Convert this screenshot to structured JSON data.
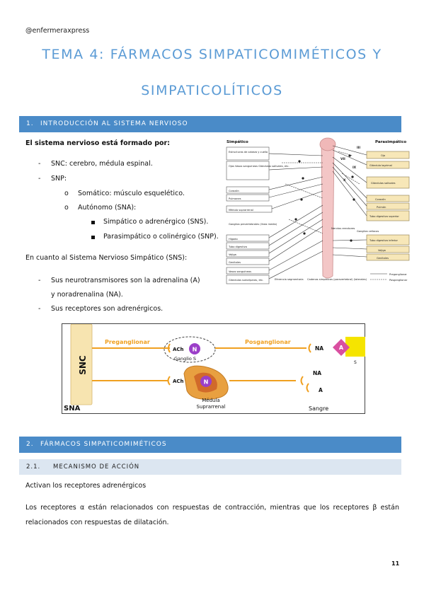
{
  "header": {
    "handle": "@enfermeraxpress"
  },
  "title": {
    "line1": "TEMA 4: FÁRMACOS SIMPATICOMIMÉTICOS Y",
    "line2": "SIMPATICOLÍTICOS"
  },
  "section1": {
    "num": "1.",
    "label": "INTRODUCCIÓN AL SISTEMA NERVIOSO"
  },
  "intro": {
    "lead": "El sistema nervioso está formado por:",
    "snc": "SNC: cerebro, médula espinal.",
    "snp": "SNP:",
    "somatico": "Somático: músculo esquelético.",
    "autonomo": "Autónomo (SNA):",
    "simpatico": "Simpático o adrenérgico (SNS).",
    "parasimpatico": "Parasimpático o colinérgico (SNP).",
    "sns_lead": "En cuanto al Sistema Nervioso Simpático (SNS):",
    "neuro1": "Sus neurotransmisores son la adrenalina (A)",
    "neuro2": "y noradrenalina (NA).",
    "receptores": "Sus receptores son adrenérgicos."
  },
  "figure": {
    "left_title": "Simpático",
    "right_title": "Parasimpático",
    "left_labels": [
      "Estructuras de cabeza y cuello",
      "Ojos Vasos sanguíneos Glándulas salivales, etc.",
      "Corazón",
      "Pulmones",
      "Médula suprarrenal",
      "Ganglios prevertebrales (línea media)",
      "Hígado",
      "Tubo digestivo",
      "Vejiga",
      "Genitales",
      "Vasos sanguíneos",
      "Glándulas sudoríparas, etc."
    ],
    "right_labels": [
      "Ojo",
      "Glándula lagrimal",
      "Glándulas salivales",
      "Corazón",
      "Pulmón",
      "Tubo digestivo superior",
      "Ganglios celíacos",
      "Tubo digestivo inferior",
      "Vejiga",
      "Genitales"
    ],
    "bottom_labels": [
      "Eferencia segmentaria",
      "Cadenas simpáticas (paravertebral) (laterales)",
      "Preganglionar",
      "Posganglionar"
    ],
    "nerve_labels": [
      "III",
      "VII",
      "IX",
      "X",
      "Nervios erectores"
    ]
  },
  "diagram": {
    "snc": "SNC",
    "sna": "SNA",
    "preganglionar": "Preganglionar",
    "posganglionar": "Posganglionar",
    "ach1": "ACh",
    "ach2": "ACh",
    "n1": "N",
    "n2": "N",
    "ganglio": "Ganglio S",
    "na1": "NA",
    "na2": "NA",
    "a_badge": "A",
    "a_small": "A",
    "s": "S",
    "medula": "Médula",
    "suprarrenal": "Suprarrenal",
    "sangre": "Sangre",
    "colors": {
      "orange": "#f0a020",
      "purple": "#9b3fc8",
      "pink": "#d94fa0",
      "yellow": "#f5e400",
      "gland": "#e8a040"
    }
  },
  "section2": {
    "num": "2.",
    "label": "FÁRMACOS SIMPATICOMIMÉTICOS"
  },
  "sub21": {
    "num": "2.1.",
    "label": "MECANISMO DE ACCIÓN"
  },
  "mecanismo": {
    "lead": "Activan los receptores adrenérgicos",
    "para": "Los receptores α están relacionados con respuestas de contracción, mientras que los receptores β están relacionados con respuestas de dilatación."
  },
  "footer": {
    "page": "11"
  }
}
